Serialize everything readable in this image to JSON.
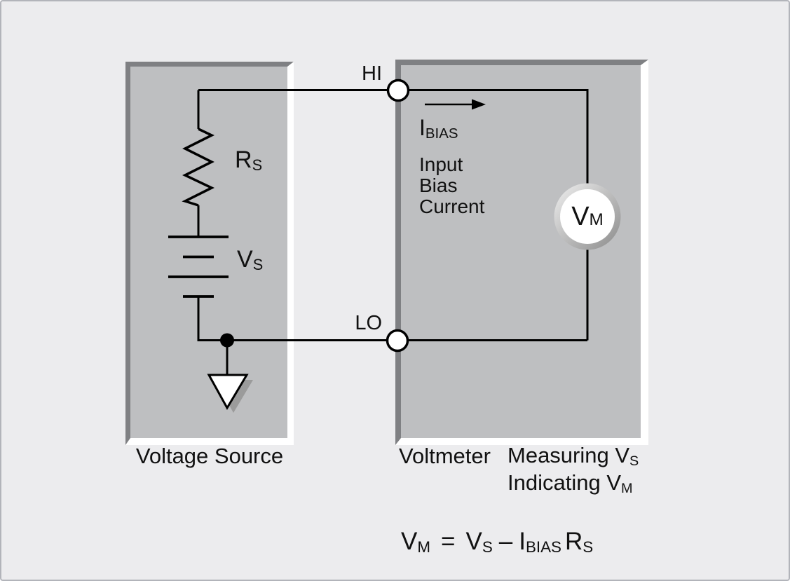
{
  "figure": {
    "background_color": "#ececee",
    "frame_border_color": "#b2b4ba",
    "panel_fill_color": "#bebfc1",
    "panel_edge_dark_color": "#7f8083",
    "panel_edge_light_color": "#ffffff",
    "wire_color": "#000000",
    "shadow_color": "#9b9b9b",
    "meter_ring_light_color": "#ededed",
    "meter_ring_dark_color": "#8b8b8b"
  },
  "voltage_source": {
    "caption": "Voltage Source",
    "resistor": {
      "base": "R",
      "sub": "S"
    },
    "battery": {
      "base": "V",
      "sub": "S"
    }
  },
  "voltmeter": {
    "caption": "Voltmeter",
    "meter": {
      "base": "V",
      "sub": "M"
    },
    "bias": {
      "base": "I",
      "sub": "BIAS"
    },
    "bias_note": [
      "Input",
      "Bias",
      "Current"
    ]
  },
  "terminals": {
    "hi": "HI",
    "lo": "LO"
  },
  "annotations": {
    "measuring": {
      "base": "Measuring V",
      "sub": "S"
    },
    "indicating": {
      "base": "Indicating V",
      "sub": "M"
    }
  },
  "equation": {
    "lhs": {
      "base": "V",
      "sub": "M"
    },
    "equals": "=",
    "term1": {
      "base": "V",
      "sub": "S"
    },
    "minus": "–",
    "term2": {
      "base": "I",
      "sub": "BIAS"
    },
    "term3": {
      "base": "R",
      "sub": "S"
    }
  }
}
